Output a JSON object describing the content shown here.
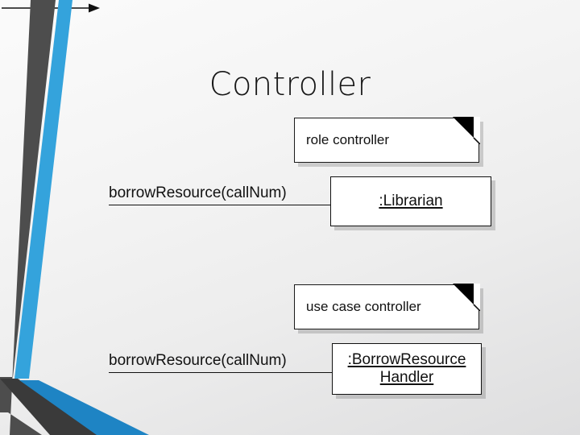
{
  "slide": {
    "title": "Controller",
    "background_top_color": "#fbfbfb",
    "background_bottom_color": "#dedede",
    "accent_blue": "#34a3dc",
    "accent_dark": "#4d4d4d"
  },
  "decoration": {
    "stripe_blue_name": "blue-diagonal-stripe",
    "stripe_dark_name": "dark-diagonal-stripe"
  },
  "diagram": {
    "type": "uml-collaboration",
    "groups": [
      {
        "id": "role-controller",
        "note": "role controller",
        "message": "borrowResource(callNum)",
        "object_lines": [
          ":Librarian"
        ]
      },
      {
        "id": "use-case-controller",
        "note": "use case controller",
        "message": "borrowResource(callNum)",
        "object_lines": [
          ":BorrowResource",
          "Handler"
        ]
      }
    ]
  }
}
